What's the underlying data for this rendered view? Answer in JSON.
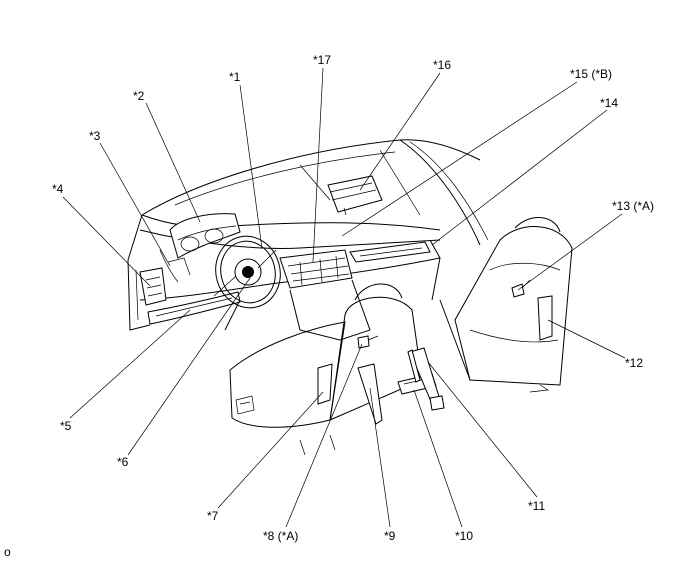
{
  "callouts": [
    {
      "id": "c1",
      "label": "*1"
    },
    {
      "id": "c2",
      "label": "*2"
    },
    {
      "id": "c3",
      "label": "*3"
    },
    {
      "id": "c4",
      "label": "*4"
    },
    {
      "id": "c5",
      "label": "*5"
    },
    {
      "id": "c6",
      "label": "*6"
    },
    {
      "id": "c7",
      "label": "*7"
    },
    {
      "id": "c8",
      "label": "*8 (*A)"
    },
    {
      "id": "c9",
      "label": "*9"
    },
    {
      "id": "c10",
      "label": "*10"
    },
    {
      "id": "c11",
      "label": "*11"
    },
    {
      "id": "c12",
      "label": "*12"
    },
    {
      "id": "c13",
      "label": "*13 (*A)"
    },
    {
      "id": "c14",
      "label": "*14"
    },
    {
      "id": "c15",
      "label": "*15 (*B)"
    },
    {
      "id": "c16",
      "label": "*16"
    },
    {
      "id": "c17",
      "label": "*17"
    }
  ],
  "corner_mark": "o"
}
